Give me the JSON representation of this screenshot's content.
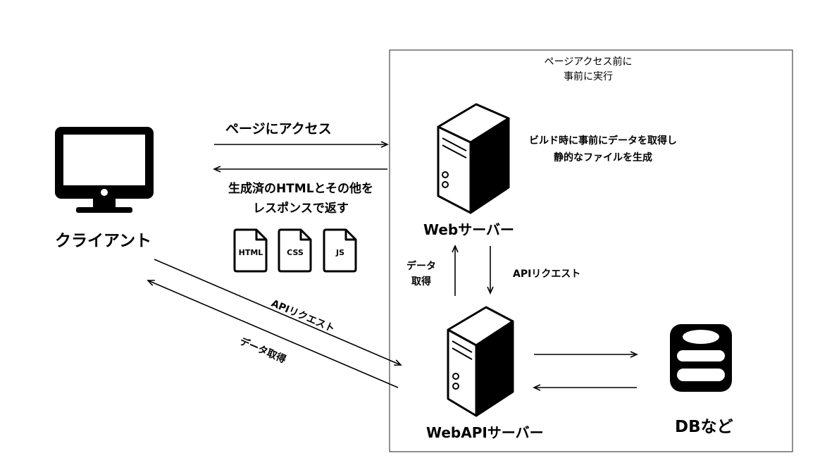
{
  "diagram": {
    "client_label": "クライアント",
    "box_note_line1": "ページアクセス前に",
    "box_note_line2": "事前に実行",
    "access_label": "ページにアクセス",
    "response_line1": "生成済のHTMLとその他を",
    "response_line2": "レスポンスで返す",
    "files": [
      "HTML",
      "CSS",
      "JS"
    ],
    "build_line1": "ビルド時に事前にデータを取得し",
    "build_line2": "静的なファイルを生成",
    "web_server_label": "Webサーバー",
    "data_fetch_line1": "データ",
    "data_fetch_line2": "取得",
    "api_request_right": "APIリクエスト",
    "api_request_diag": "APIリクエスト",
    "data_fetch_diag": "データ取得",
    "webapi_server_label": "WebAPIサーバー",
    "db_label": "DBなど"
  },
  "colors": {
    "stroke": "#000000",
    "background": "#ffffff"
  }
}
